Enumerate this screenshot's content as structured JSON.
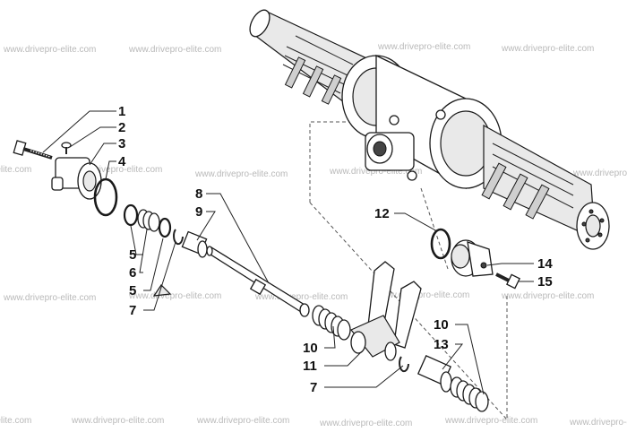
{
  "watermark": "www.drivepro-elite.com",
  "callouts": {
    "c1": "1",
    "c2": "2",
    "c3": "3",
    "c4": "4",
    "c5a": "5",
    "c6": "6",
    "c5b": "5",
    "c7a": "7",
    "c8": "8",
    "c9": "9",
    "c10a": "10",
    "c11": "11",
    "c7b": "7",
    "c12": "12",
    "c14": "14",
    "c15": "15",
    "c10b": "10",
    "c13": "13"
  }
}
